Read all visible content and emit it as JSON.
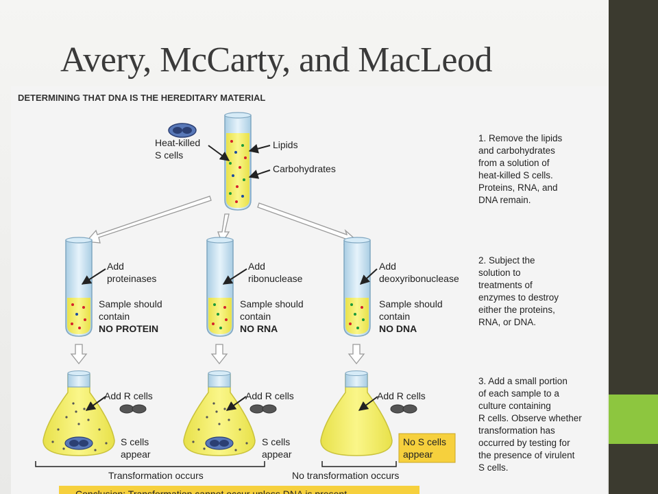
{
  "slide": {
    "title": "Avery, McCarty, and MacLeod"
  },
  "figure": {
    "header": "DETERMINING THAT DNA IS THE HEREDITARY MATERIAL",
    "top_tube": {
      "label_line1": "Heat-killed",
      "label_line2": "S cells",
      "lipids": "Lipids",
      "carbohydrates": "Carbohydrates"
    },
    "tubes": [
      {
        "add": "Add",
        "enzyme": "proteinases",
        "sample_line1": "Sample should",
        "sample_line2": "contain",
        "result": "NO PROTEIN",
        "result_color": "#1a9a3a"
      },
      {
        "add": "Add",
        "enzyme": "ribonuclease",
        "sample_line1": "Sample should",
        "sample_line2": "contain",
        "result": "NO RNA",
        "result_color": "#f08a1c"
      },
      {
        "add": "Add",
        "enzyme": "deoxyribonuclease",
        "sample_line1": "Sample should",
        "sample_line2": "contain",
        "result": "NO DNA",
        "result_color": "#d6202a"
      }
    ],
    "flasks": [
      {
        "add_label": "Add R cells",
        "result_line1": "S cells",
        "result_line2": "appear"
      },
      {
        "add_label": "Add R cells",
        "result_line1": "S cells",
        "result_line2": "appear"
      },
      {
        "add_label": "Add R cells",
        "result_line1": "No S cells",
        "result_line2": "appear"
      }
    ],
    "outcomes": {
      "left": "Transformation occurs",
      "right": "No transformation occurs"
    },
    "steps": [
      [
        "1. Remove the lipids",
        "and carbohydrates",
        "from a solution of",
        "heat-killed S cells.",
        "Proteins, RNA, and",
        "DNA remain."
      ],
      [
        "2. Subject the",
        "solution to",
        "treatments of",
        "enzymes to destroy",
        "either the proteins,",
        "RNA, or DNA."
      ],
      [
        "3. Add a small portion",
        "of each sample to a",
        "culture containing",
        "R cells. Observe whether",
        "transformation has",
        "occurred by testing for",
        "the presence of virulent",
        "S cells."
      ]
    ],
    "conclusion": "Conclusion: Transformation cannot occur unless DNA is present.",
    "colors": {
      "liquid": "#f3ee62",
      "tube_glass": "#cfe6f3",
      "no_s_box": "#f6d03d",
      "conclusion_bar": "#f6d03d"
    }
  }
}
